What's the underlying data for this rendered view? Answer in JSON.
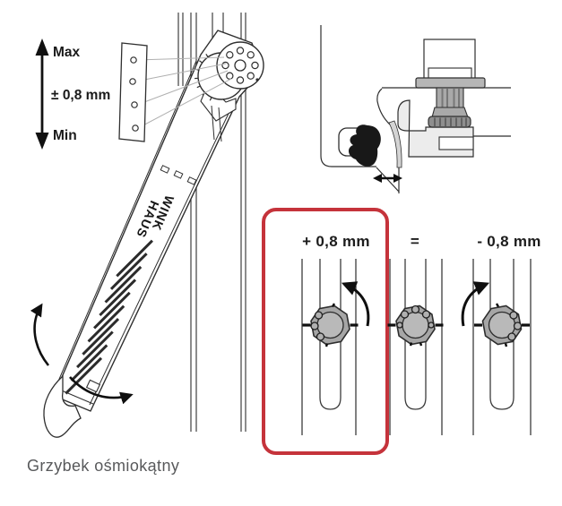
{
  "window": {
    "background": "#ffffff"
  },
  "left_illustration": {
    "description": "espagnolette arm with octagonal mushroom cam",
    "max_label": "Max",
    "range_label": "± 0,8 mm",
    "min_label": "Min",
    "brand": {
      "line1": "WINK",
      "line2": "HAUS"
    },
    "icons": {
      "range": "up-down-arrow-icon",
      "swing_up": "curved-arrow-up-icon",
      "swing_right": "curved-arrow-right-icon"
    }
  },
  "cross_section": {
    "description": "frame and sash section with gasket and mushroom cam",
    "icons": {
      "gap": "left-right-arrow-icon"
    }
  },
  "cam_positions": {
    "highlight_color": "#c5333b",
    "cam_color": "#a6a6a6",
    "items": [
      {
        "label": "+ 0,8 mm",
        "rotation": "counterclockwise",
        "highlighted": true
      },
      {
        "label": "=",
        "rotation": "neutral",
        "highlighted": false
      },
      {
        "label": "- 0,8 mm",
        "rotation": "clockwise",
        "highlighted": false
      }
    ]
  },
  "caption": {
    "text": "Grzybek ośmiokątny"
  }
}
